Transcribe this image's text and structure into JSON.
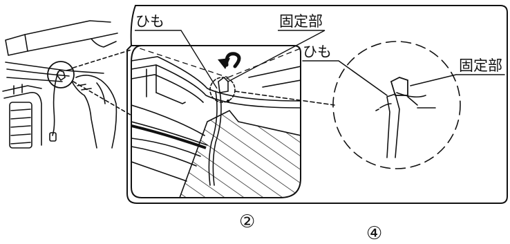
{
  "labels": {
    "string_left": "ひも",
    "fixing_left": "固定部",
    "string_right": "ひも",
    "fixing_right": "固定部"
  },
  "step_markers": {
    "step_main": "②",
    "step_next": "④"
  }
}
